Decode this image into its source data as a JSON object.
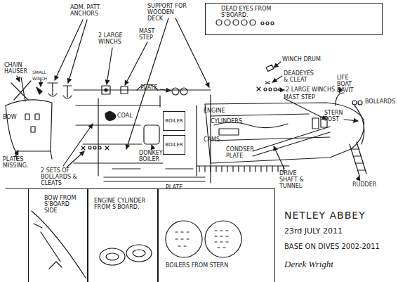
{
  "diagram": {
    "title": "NETLEY ABBEY",
    "nodes": [
      {
        "text": [
          "DEAD EYES FROM S'BOARD."
        ]
      },
      {
        "text": [
          "BOILER"
        ]
      },
      {
        "text": [
          "BOILER"
        ]
      },
      {
        "text": [
          "BOW FROM S'BOARD SIDE"
        ]
      },
      {
        "text": [
          "ENGINE CYLINDER FROM S'BOARD."
        ]
      },
      {
        "text": [
          "BOILERS FROM STERN"
        ]
      }
    ],
    "labels": [
      "ADM. PATT. ANCHORS",
      "SUPPORT FOR WOODEN DECK",
      "CHAIN HAUSER",
      "SMALL WINCH",
      "2 LARGE WINCHS",
      "MAST STEP",
      "WINCH DRUM",
      "DEADEYES & CLEAT",
      "2 LARGE WINCHS",
      "MAST STEP",
      "LIFE BOAT DAVIT",
      "BOLLARDS",
      "STERN POST",
      "BOW",
      "PLATE",
      "COAL",
      "DONKEY BOILER",
      "ENGINE",
      "CYLINDERS",
      "CAMS",
      "CONDSER PLATE",
      "PLATES MISSING.",
      "2 SETS OF BOLLARDS & CLEATS",
      "PLATE",
      "DRIVE SHAFT & TUNNEL",
      "RUDDER",
      "23rd JULY 2011",
      "BASE ON DIVES 2002-2011",
      "Derek Wright"
    ]
  }
}
